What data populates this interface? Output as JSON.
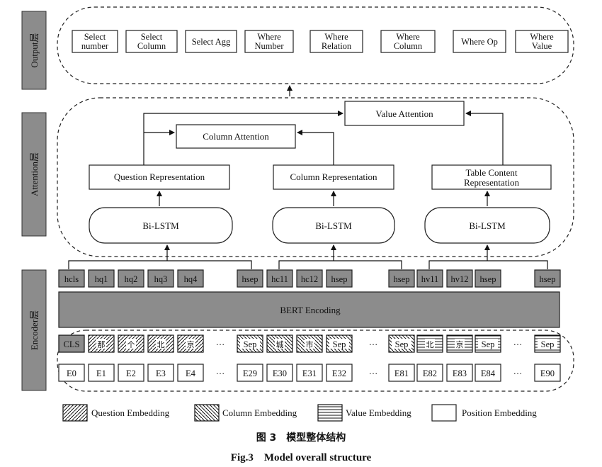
{
  "layers": {
    "output": "Output层",
    "attention": "Attention层",
    "encoder": "Encoder层"
  },
  "output_boxes": [
    [
      "Select",
      "number"
    ],
    [
      "Select",
      "Column"
    ],
    [
      "Select Agg"
    ],
    [
      "Where",
      "Number"
    ],
    [
      "Where",
      "Relation"
    ],
    [
      "Where",
      "Column"
    ],
    [
      "Where Op"
    ],
    [
      "Where",
      "Value"
    ]
  ],
  "attention": {
    "value_attention": "Value Attention",
    "column_attention": "Column Attention",
    "question_representation": "Question Representation",
    "column_representation": "Column Representation",
    "table_content_representation": [
      "Table Content",
      "Representation"
    ],
    "bilstm": "Bi-LSTM"
  },
  "hidden_tokens": [
    "hcls",
    "hq1",
    "hq2",
    "hq3",
    "hq4",
    "hsep",
    "hc11",
    "hc12",
    "hsep",
    "hsep",
    "hv11",
    "hv12",
    "hsep",
    "hsep"
  ],
  "bert": "BERT Encoding",
  "token_embeddings": [
    "CLS",
    "那",
    "个",
    "北",
    "京",
    "Sep",
    "城",
    "市",
    "Sep",
    "Sep",
    "北",
    "京",
    "Sep",
    "Sep"
  ],
  "position_embeddings": [
    "E0",
    "E1",
    "E2",
    "E3",
    "E4",
    "E29",
    "E30",
    "E31",
    "E32",
    "E81",
    "E82",
    "E83",
    "E84",
    "E90"
  ],
  "ellipsis": "…",
  "legend": [
    "Question Embedding",
    "Column Embedding",
    "Value Embedding",
    "Position Embedding"
  ],
  "caption_cn": "图 3　模型整体结构",
  "caption_en": "Fig.3　Model overall structure"
}
